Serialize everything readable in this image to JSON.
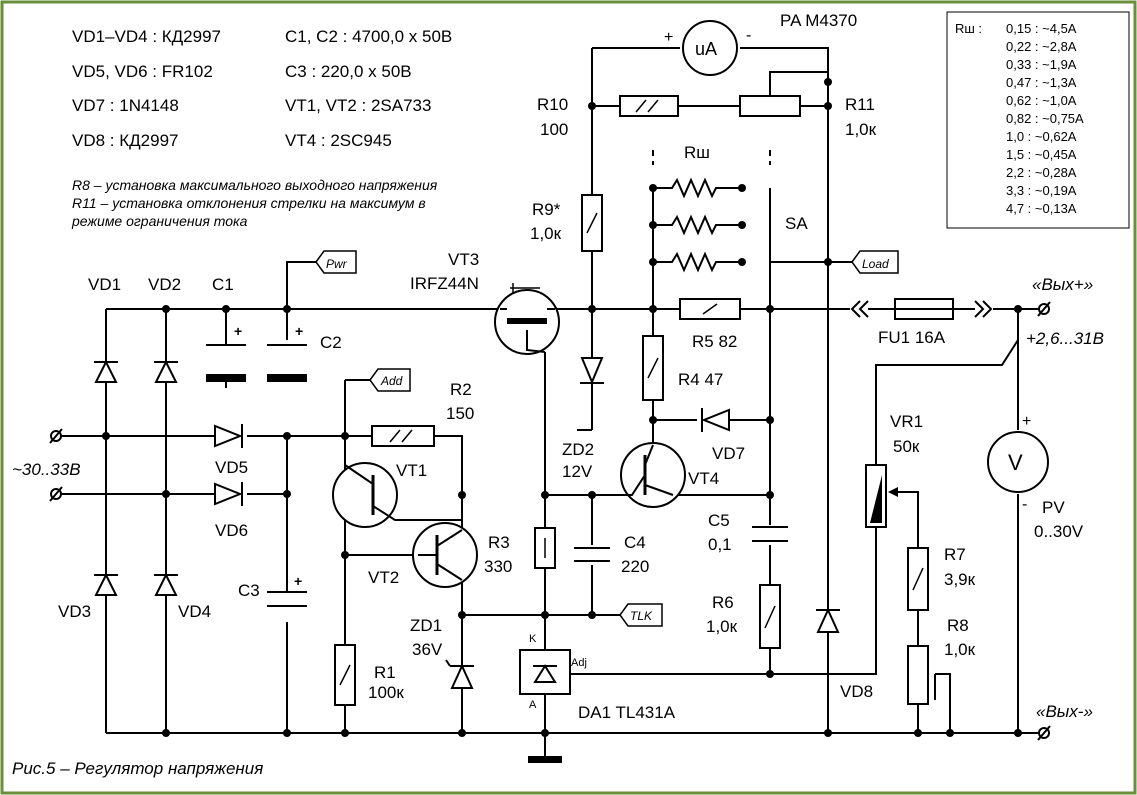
{
  "figure": {
    "caption": "Рис.5 – Регулятор напряжения",
    "border_color": "#6a8f3a"
  },
  "parts_list": [
    "VD1–VD4 : КД2997",
    "VD5, VD6 : FR102",
    "VD7 : 1N4148",
    "VD8 : КД2997",
    "C1, C2 : 4700,0 x 50В",
    "C3 : 220,0 x 50В",
    "VT1, VT2 : 2SA733",
    "VT4 : 2SC945"
  ],
  "notes": [
    "R8 – установка максимального выходного напряжения",
    "R11 – установка отклонения стрелки на максимум в",
    "режиме ограничения тока"
  ],
  "shunt_table": {
    "header": "Rш :",
    "rows": [
      "0,15 : ~4,5A",
      "0,22 : ~2,8A",
      "0,33 : ~1,9A",
      "0,47 : ~1,3A",
      "0,62 : ~1,0A",
      "0,82 : ~0,75A",
      "1,0   : ~0,62A",
      "1,5   : ~0,45A",
      "2,2   : ~0,28A",
      "3,3   : ~0,19A",
      "4,7   : ~0,13A"
    ]
  },
  "labels": {
    "vd1": "VD1",
    "vd2": "VD2",
    "c1": "C1",
    "c2": "C2",
    "vd3": "VD3",
    "vd4": "VD4",
    "vd5": "VD5",
    "vd6": "VD6",
    "c3": "C3",
    "vt1": "VT1",
    "vt2": "VT2",
    "r1": "R1",
    "r1_val": "100к",
    "r2": "R2",
    "r2_val": "150",
    "zd1": "ZD1",
    "zd1_val": "36V",
    "vt3": "VT3",
    "vt3_type": "IRFZ44N",
    "r3": "R3",
    "r3_val": "330",
    "zd2": "ZD2",
    "zd2_val": "12V",
    "c4": "C4",
    "c4_val": "220",
    "da1": "DA1  TL431A",
    "da1_k": "K",
    "da1_a": "A",
    "da1_adj": "Adj",
    "r9": "R9*",
    "r9_val": "1,0к",
    "r10": "R10",
    "r10_val": "100",
    "r11": "R11",
    "r11_val": "1,0к",
    "pa": "PA  M4370",
    "ua": "uA",
    "pa_plus": "+",
    "pa_minus": "-",
    "rsh": "Rш",
    "sa": "SA",
    "r4": "R4  47",
    "r5": "R5  82",
    "vt4": "VT4",
    "vd7": "VD7",
    "c5": "C5",
    "c5_val": "0,1",
    "r6": "R6",
    "r6_val": "1,0к",
    "vd8": "VD8",
    "fu1": "FU1  16A",
    "vr1": "VR1",
    "vr1_val": "50к",
    "r7": "R7",
    "r7_val": "3,9к",
    "r8": "R8",
    "r8_val": "1,0к",
    "pv_v": "V",
    "pv": "PV",
    "pv_range": "0..30V",
    "pv_plus": "+",
    "pv_minus": "-",
    "in_voltage": "~30..33В",
    "out_plus": "«Вых+»",
    "out_minus": "«Вых-»",
    "out_range": "+2,6...31В"
  },
  "tags": {
    "pwr": "Pwr",
    "add": "Add",
    "load": "Load",
    "tlk": "TLK"
  }
}
